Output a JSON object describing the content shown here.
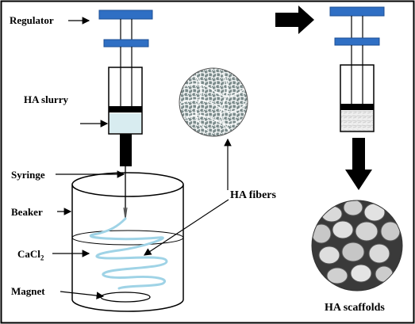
{
  "labels": {
    "regulator": "Regulator",
    "ha_slurry": "HA slurry",
    "syringe": "Syringe",
    "beaker": "Beaker",
    "cacl2_prefix": "CaCl",
    "cacl2_sub": "2",
    "magnet": "Magnet",
    "ha_fibers": "HA fibers",
    "ha_scaffolds": "HA scaffolds"
  },
  "colors": {
    "regulator_blue": "#2f6fc4",
    "slurry_fill": "#d8ecf0",
    "fiber_blue": "#9fd3e6",
    "plunger_black": "#000000",
    "frame": "#000000"
  }
}
